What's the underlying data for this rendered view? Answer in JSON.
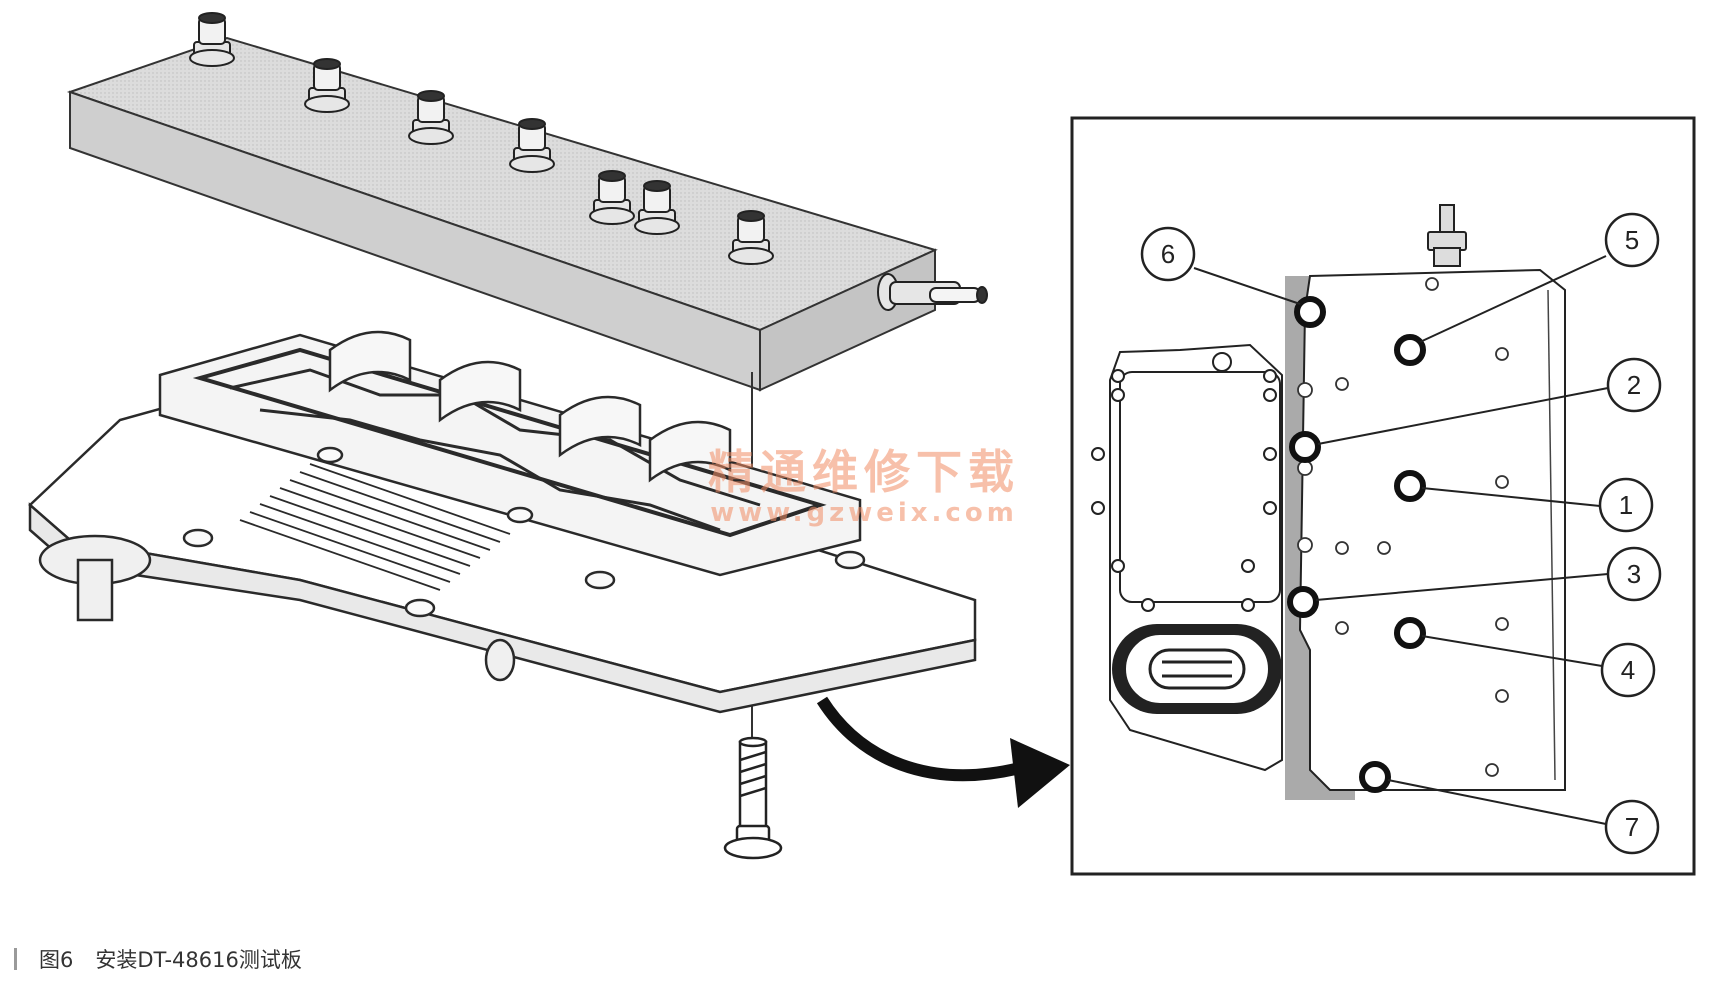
{
  "caption": {
    "figure_number": "图6",
    "title": "安装DT-48616测试板"
  },
  "watermark": {
    "line1": "精通维修下载",
    "line2": "www.gzweix.com"
  },
  "callouts": [
    {
      "label": "6"
    },
    {
      "label": "5"
    },
    {
      "label": "2"
    },
    {
      "label": "1"
    },
    {
      "label": "3"
    },
    {
      "label": "4"
    },
    {
      "label": "7"
    }
  ]
}
